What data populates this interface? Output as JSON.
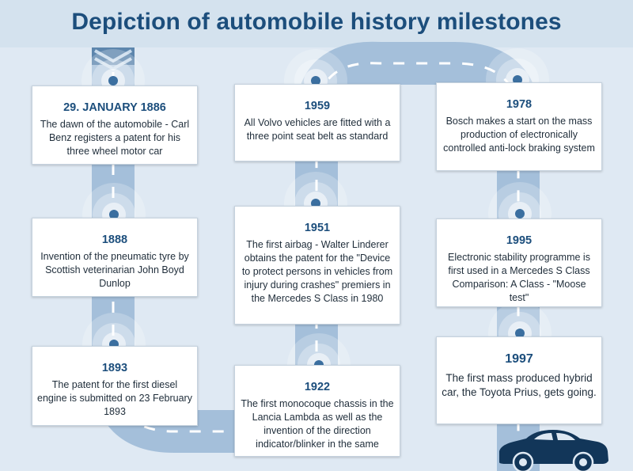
{
  "header": {
    "title": "Depiction of automobile history milestones"
  },
  "milestones": [
    {
      "year": "29. JANUARY 1886",
      "text": "The dawn of the automobile - Carl Benz registers a patent for his three wheel motor car"
    },
    {
      "year": "1888",
      "text": "Invention of the pneumatic tyre by Scottish veterinarian John Boyd Dunlop"
    },
    {
      "year": "1893",
      "text": "The patent for the first diesel engine is submitted on 23 February 1893"
    },
    {
      "year": "1922",
      "text": "The first monocoque chassis in the Lancia Lambda as well as the invention of the direction indicator/blinker in the same"
    },
    {
      "year": "1951",
      "text": "The first airbag - Walter Linderer obtains the patent for the  \"Device to protect persons in vehicles from injury during crashes\" premiers in the Mercedes S Class in 1980"
    },
    {
      "year": "1959",
      "text": "All Volvo vehicles are fitted with a three point seat belt as standard"
    },
    {
      "year": "1978",
      "text": "Bosch makes a start on the mass production of electronically controlled anti-lock braking system"
    },
    {
      "year": "1995",
      "text": "Electronic stability programme is first used in a Mercedes S Class Comparison: A Class - \"Moose test\""
    },
    {
      "year": "1997",
      "text": "The first mass produced hybrid car, the Toyota Prius, gets going."
    }
  ],
  "colors": {
    "road": "#a4bfda",
    "heading": "#1c4e7c",
    "dot": "#3b6fa0",
    "car": "#123659"
  },
  "icons": {
    "start": "chevron-down-icon",
    "end": "car-icon"
  }
}
